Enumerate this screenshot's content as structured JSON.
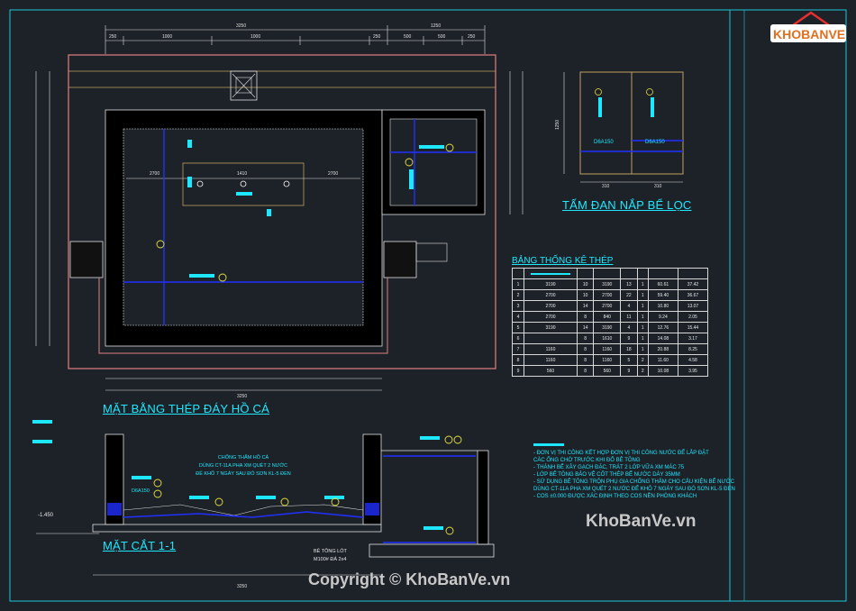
{
  "titles": {
    "plan": "MẶT BẰNG THÉP ĐÁY HỒ CÁ",
    "section": "MẶT CẮT 1-1",
    "lid": "TẤM ĐAN NẮP BỂ LỌC",
    "table": "BẢNG THỐNG KÊ THÉP"
  },
  "dims": {
    "top_total": "3250",
    "top_right": "1250",
    "top_a": "250",
    "top_b": "1000",
    "top_c": "1000",
    "top_d": "250",
    "top_e": "500",
    "top_f": "500",
    "top_g": "250",
    "inner_1410": "1410",
    "inner_left": "2700",
    "inner_right": "2700",
    "bottom_total": "3250",
    "section_total": "3250",
    "lid_w1": "310",
    "lid_w2": "310",
    "lid_h": "1250",
    "level": "-1.450"
  },
  "lid_labels": [
    "D6A150",
    "D6A150"
  ],
  "section_notes": [
    "CHỐNG THẤM HỒ CÁ",
    "DÙNG CT-11A PHA XM QUÉT 2 NƯỚC",
    "ĐỂ KHÔ 7 NGÀY SAU ĐÓ SƠN KL-5 ĐEN"
  ],
  "section_labels": {
    "rebar": "D6A150",
    "lean_concrete": "BÊ TÔNG LÓT",
    "lean_spec": "M100# ĐÁ 2x4"
  },
  "notes": [
    "- ĐƠN VỊ THI CÔNG KẾT HỢP ĐƠN VỊ THI CÔNG NƯỚC ĐỂ LẮP ĐẶT",
    "CÁC ỐNG CHỜ TRƯỚC KHI ĐỔ BÊ TÔNG",
    "- THÀNH BỂ XÂY GẠCH ĐẶC, TRÁT 2 LỚP VỮA XM MÁC 75",
    "- LỚP BÊ TÔNG BẢO VỆ CỐT THÉP BỂ NƯỚC DÀY 35MM",
    "- SỬ DỤNG BÊ TÔNG TRỘN PHỤ GIA CHỐNG THẤM CHO CẤU KIỆN BỂ NƯỚC",
    "DÙNG CT-11A PHA XM QUÉT 2 NƯỚC ĐỂ KHÔ 7 NGÀY SAU ĐÓ SƠN KL-5 ĐEN",
    "- COS ±0.000 ĐƯỢC XÁC ĐỊNH THEO COS NỀN PHÒNG KHÁCH"
  ],
  "table_rows": [
    [
      "1",
      "3190",
      "10",
      "3190",
      "13",
      "1",
      "60.61",
      "37.42"
    ],
    [
      "2",
      "2700",
      "10",
      "2700",
      "22",
      "1",
      "59.40",
      "36.67"
    ],
    [
      "3",
      "2700",
      "14",
      "2700",
      "4",
      "1",
      "10.80",
      "13.07"
    ],
    [
      "4",
      "2700",
      "8",
      "840",
      "11",
      "1",
      "9.24",
      "2.05"
    ],
    [
      "5",
      "3190",
      "14",
      "3190",
      "4",
      "1",
      "12.76",
      "15.44"
    ],
    [
      "6",
      "",
      "8",
      "1610",
      "9",
      "1",
      "14.08",
      "3.17"
    ],
    [
      "7",
      "1160",
      "8",
      "1160",
      "18",
      "1",
      "20.88",
      "8.25"
    ],
    [
      "8",
      "1160",
      "8",
      "1160",
      "5",
      "2",
      "11.60",
      "4.58"
    ],
    [
      "9",
      "560",
      "8",
      "560",
      "9",
      "2",
      "10.08",
      "3.95"
    ]
  ],
  "watermark": {
    "brand": "KHOBANVE",
    "site": "KhoBanVe.vn",
    "copyright": "Copyright © KhoBanVe.vn"
  },
  "colors": {
    "background": "#1d2228",
    "cyan": "#1ee8ff",
    "blue": "#2030ff",
    "yellow": "#e8e040",
    "pink": "#e08080"
  }
}
